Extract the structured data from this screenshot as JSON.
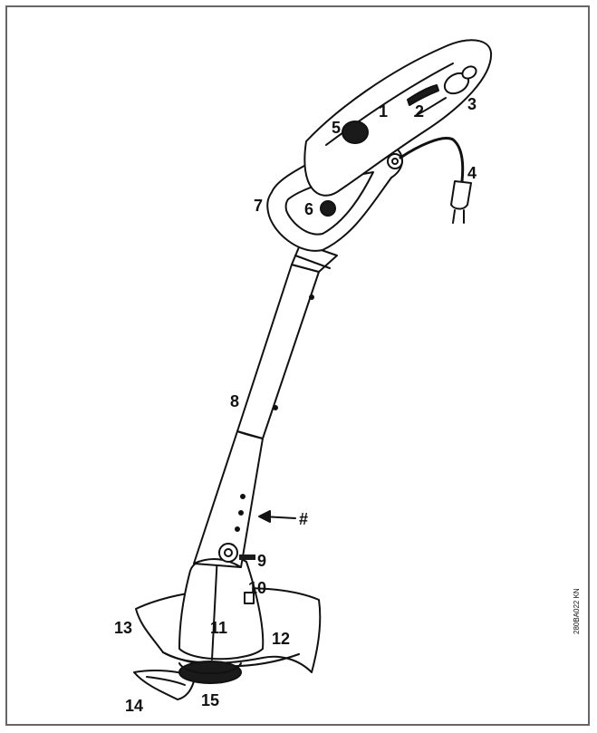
{
  "labels": {
    "l1": "1",
    "l2": "2",
    "l3": "3",
    "l4": "4",
    "l5": "5",
    "l6": "6",
    "l7": "7",
    "l8": "8",
    "l9": "9",
    "l10": "10",
    "l11": "11",
    "l12": "12",
    "l13": "13",
    "l14": "14",
    "l15": "15",
    "hash": "#"
  },
  "figure_code": "280BA022 KN",
  "colors": {
    "line": "#111111",
    "frame": "#666666",
    "fill": "#ffffff",
    "dark": "#1a1a1a"
  }
}
